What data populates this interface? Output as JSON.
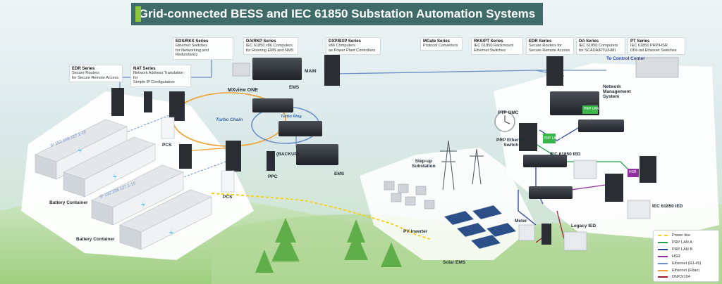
{
  "title": "Grid-connected BESS and IEC 61850 Substation Automation Systems",
  "callouts": {
    "edr_left": {
      "series": "EDR Series",
      "desc": [
        "Secure Routers",
        "for Secure Remote Access"
      ]
    },
    "nat": {
      "series": "NAT Series",
      "desc": [
        "Network Address Translation for",
        "Simple IP Configuration"
      ]
    },
    "eds_rks": {
      "series": "EDS/RKS Series",
      "desc": [
        "Ethernet Switches",
        "for Networking and Redundancy"
      ]
    },
    "da_rkp": {
      "series": "DA/RKP Series",
      "desc": [
        "IEC 61850 x86 Computers",
        "for Running EMS and NMS"
      ]
    },
    "dxp_bxp": {
      "series": "DXP/BXP Series",
      "desc": [
        "x86 Computers",
        "as Power Plant Controllers"
      ]
    },
    "mgate": {
      "series": "MGate Series",
      "desc": [
        "Protocol Converters"
      ]
    },
    "rks_pt": {
      "series": "RKS/PT Series",
      "desc": [
        "IEC 61850 Rackmount",
        "Ethernet Switches"
      ]
    },
    "edr_right": {
      "series": "EDR Series",
      "desc": [
        "Secure Routers for",
        "Secure Remote Access"
      ]
    },
    "da": {
      "series": "DA Series",
      "desc": [
        "IEC 61850 Computers",
        "for SCADA/RTU/HMI"
      ]
    },
    "pt": {
      "series": "PT Series",
      "desc": [
        "IEC 61850 PRP/HSR",
        "DIN-rail Ethernet Switches"
      ]
    }
  },
  "labels": {
    "main": "MAIN",
    "ems_top": "EMS",
    "ems_bottom": "EMS",
    "backup": "(BACKUP)",
    "ppc": "PPC",
    "pcs_left": "PCS",
    "pcs_right": "PCS",
    "battery_container_top": "Battery Container",
    "battery_container_bottom": "Battery Container",
    "step_up": [
      "Step-up",
      "Substation"
    ],
    "pv_inverter": "PV Inverter",
    "solar_ems": "Solar EMS",
    "meter": "Meter",
    "legacy_ied": "Legacy IED",
    "iec_ied_top": "IEC 61850 IED",
    "iec_ied_bottom": "IEC 61850 IED",
    "ptp_gmc": "PTP GMC",
    "prp_switch": [
      "PRP Ethernet",
      "Switch"
    ],
    "nms": [
      "Network",
      "Management",
      "System"
    ],
    "control_center": "To Control Center",
    "mxview": "MXview ONE",
    "turbo_chain": [
      "Turbo",
      "Chain"
    ],
    "turbo_ring": [
      "Turbo",
      "Ring"
    ],
    "ip_top": "IP 192.168.127.1-10",
    "ip_bottom": "IP 192.168.127.1-10",
    "lan_a": "PRP LAN A",
    "lan_b": "PRP LAN B",
    "hsr": "HSR"
  },
  "legend": [
    {
      "label": "Power line",
      "color": "#f6d21b",
      "style": "dashed"
    },
    {
      "label": "PRP LAN A",
      "color": "#1aa34a",
      "style": "solid"
    },
    {
      "label": "PRP LAN B",
      "color": "#2b3f9e",
      "style": "solid"
    },
    {
      "label": "HSR",
      "color": "#8f2ea0",
      "style": "solid"
    },
    {
      "label": "Ethernet (RJ-45)",
      "color": "#6d8fc9",
      "style": "solid"
    },
    {
      "label": "Ethernet (Fiber)",
      "color": "#f0a030",
      "style": "solid"
    },
    {
      "label": "DNP3/104",
      "color": "#9b1f2e",
      "style": "solid"
    }
  ]
}
